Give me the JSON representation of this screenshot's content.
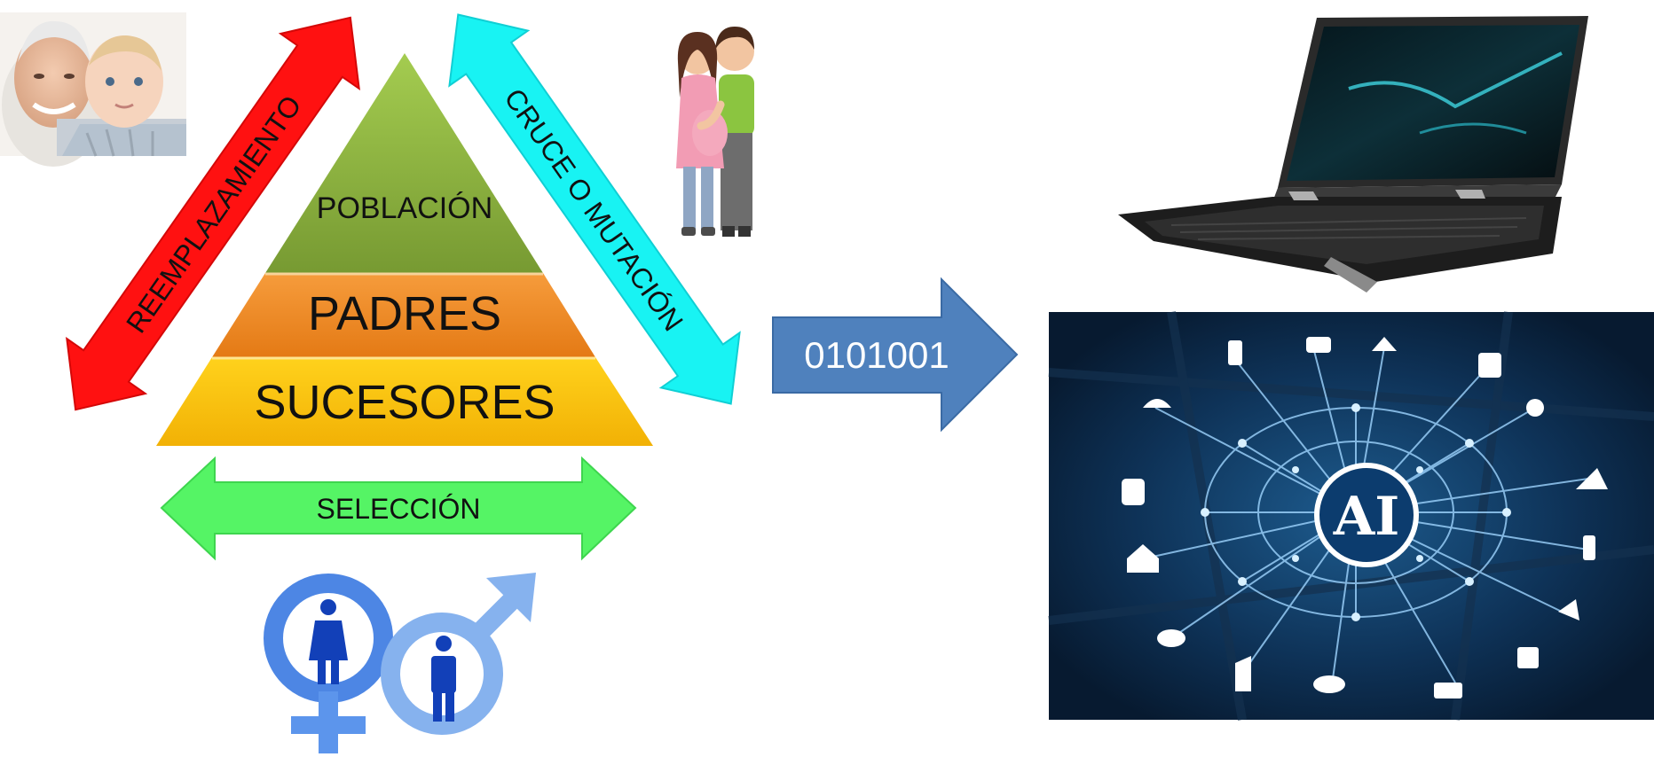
{
  "pyramid": {
    "top_label": "POBLACIÓN",
    "middle_label": "PADRES",
    "bottom_label": "SUCESORES"
  },
  "arrows": {
    "left_label": "REEMPLAZAMIENTO",
    "right_label": "CRUCE O MUTACIÓN",
    "bottom_label": "SELECCIÓN",
    "big_arrow_label": "0101001"
  },
  "ai_image": {
    "badge_text": "AI"
  },
  "colors": {
    "pyramid_top": "#8bb13e",
    "pyramid_middle": "#ef8a22",
    "pyramid_bottom": "#f5bf0c",
    "arrow_left": "#ff1010",
    "arrow_right": "#14f2f2",
    "arrow_bottom": "#54f265",
    "arrow_big": "#4f81bd",
    "ai_background": "#0b2a4a"
  },
  "icons": [
    "grandparent-child-photo",
    "couple-illustration",
    "gender-symbols-icon",
    "laptop-image",
    "ai-network-image"
  ]
}
